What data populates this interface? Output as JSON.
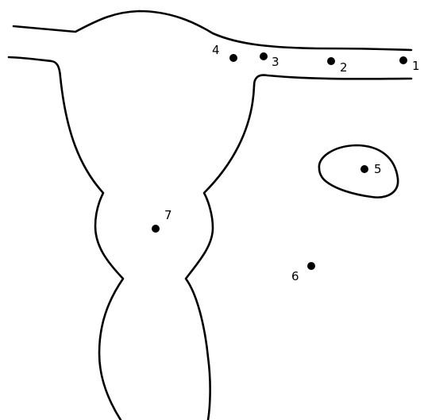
{
  "diagram": {
    "points": [
      {
        "id": "point-1",
        "label": "1"
      },
      {
        "id": "point-2",
        "label": "2"
      },
      {
        "id": "point-3",
        "label": "3"
      },
      {
        "id": "point-4",
        "label": "4"
      },
      {
        "id": "point-5",
        "label": "5"
      },
      {
        "id": "point-6",
        "label": "6"
      },
      {
        "id": "point-7",
        "label": "7"
      }
    ]
  }
}
